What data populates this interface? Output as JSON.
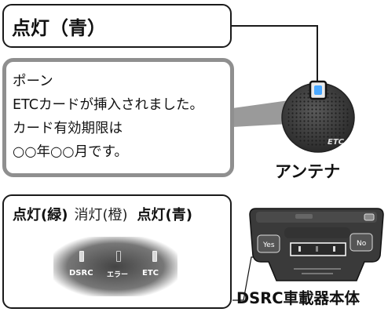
{
  "title": "点灯（青）",
  "message": {
    "lines": [
      "ポーン",
      "ETCカードが挿入されました。",
      "カード有効期限は",
      "○○年○○月です。"
    ]
  },
  "led_legend": {
    "dsrc_status": "点灯(緑)",
    "error_status": "消灯(橙)",
    "etc_status": "点灯(青)"
  },
  "panel": {
    "dsrc": "DSRC",
    "error": "エラー",
    "etc": "ETC"
  },
  "antenna_label": "アンテナ",
  "unit_label": "DSRC車載器本体",
  "device": {
    "yes": "Yes",
    "no": "No",
    "antenna_logo": "ETC"
  },
  "colors": {
    "antenna_led": "#4aa8ff",
    "callout_border": "#8f8f8f"
  }
}
